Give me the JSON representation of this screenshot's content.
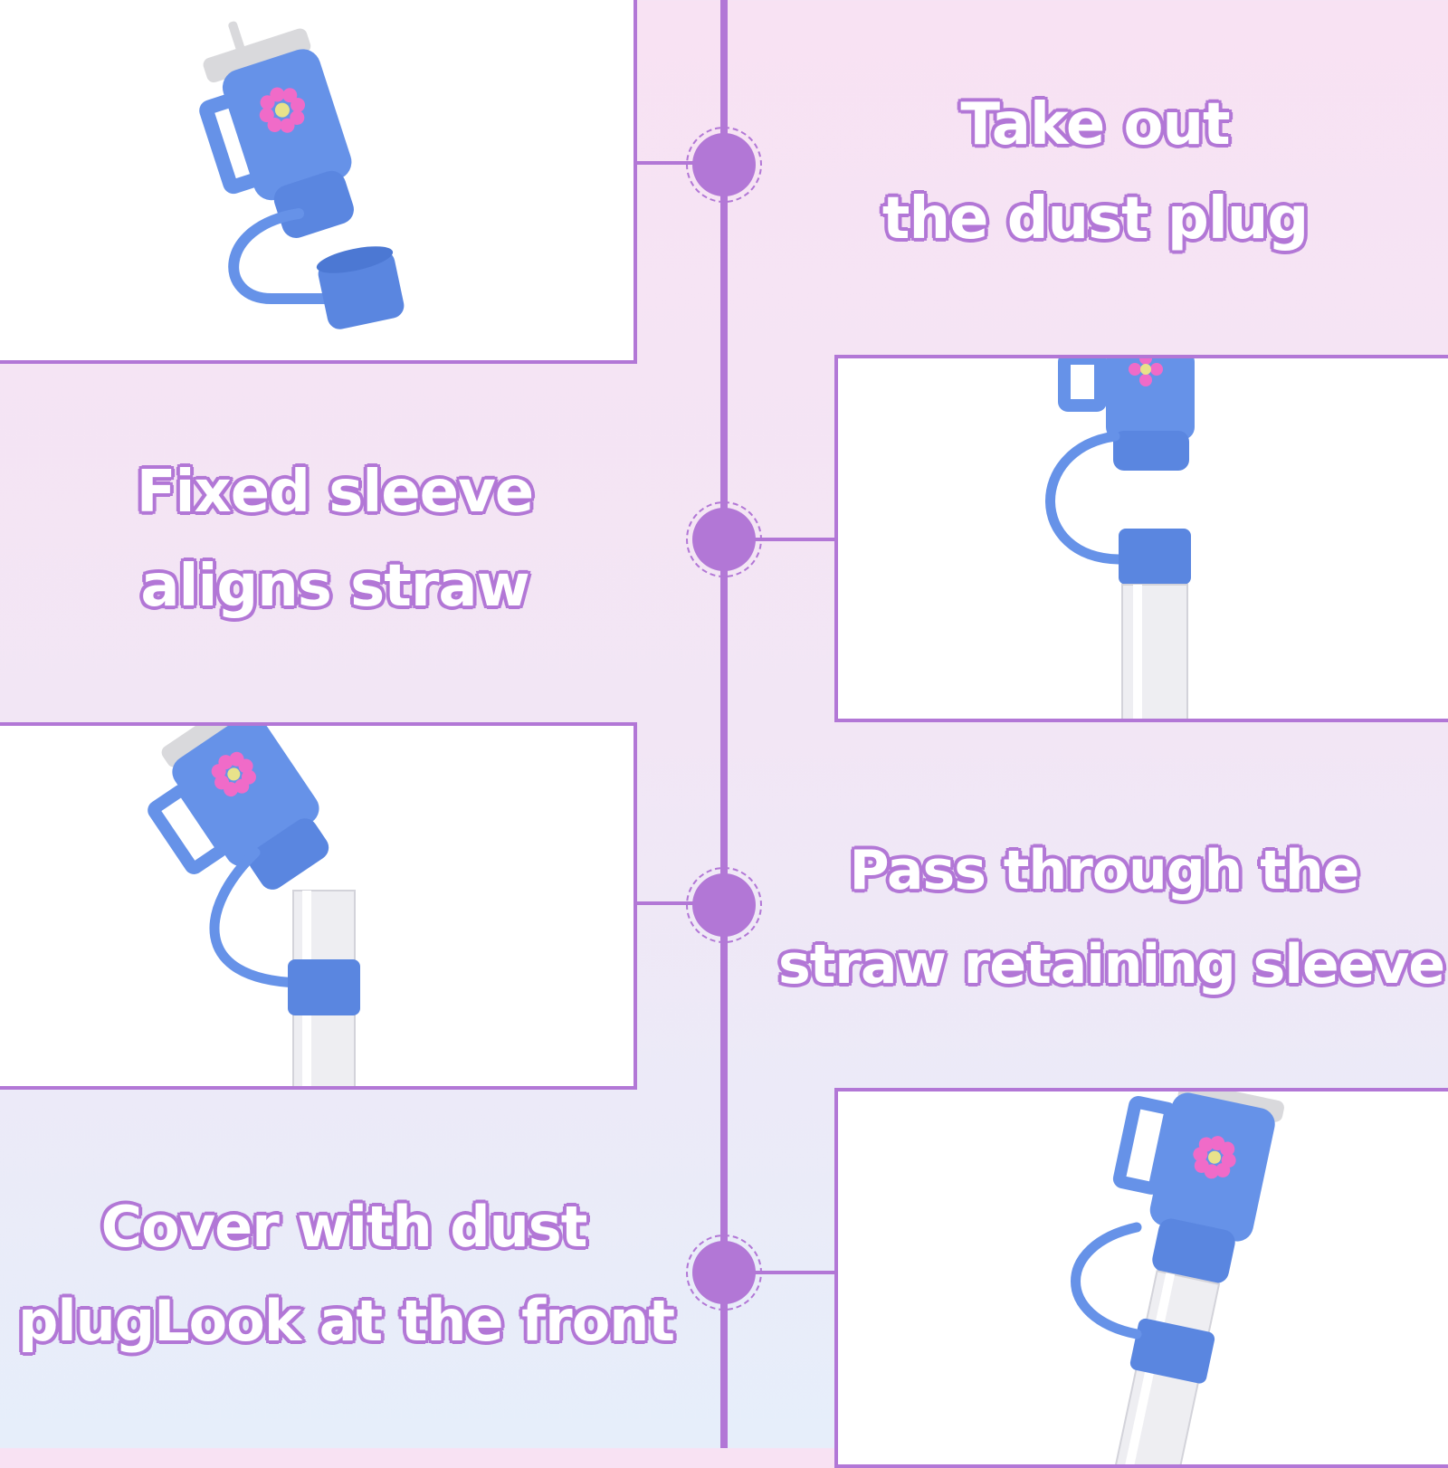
{
  "colors": {
    "accent": "#b277d6",
    "product_blue": "#6692e8",
    "flower_pink": "#f06bc8",
    "flower_center": "#e8e28a",
    "cap_gray": "#d9d9dc"
  },
  "steps": [
    {
      "line1": "Take out",
      "line2": "the dust plug"
    },
    {
      "line1": "Fixed sleeve",
      "line2": "aligns straw"
    },
    {
      "line1": "Pass through the",
      "line2": "straw retaining sleeve"
    },
    {
      "line1": "Cover with dust",
      "line2": "plugLook at the front"
    }
  ]
}
